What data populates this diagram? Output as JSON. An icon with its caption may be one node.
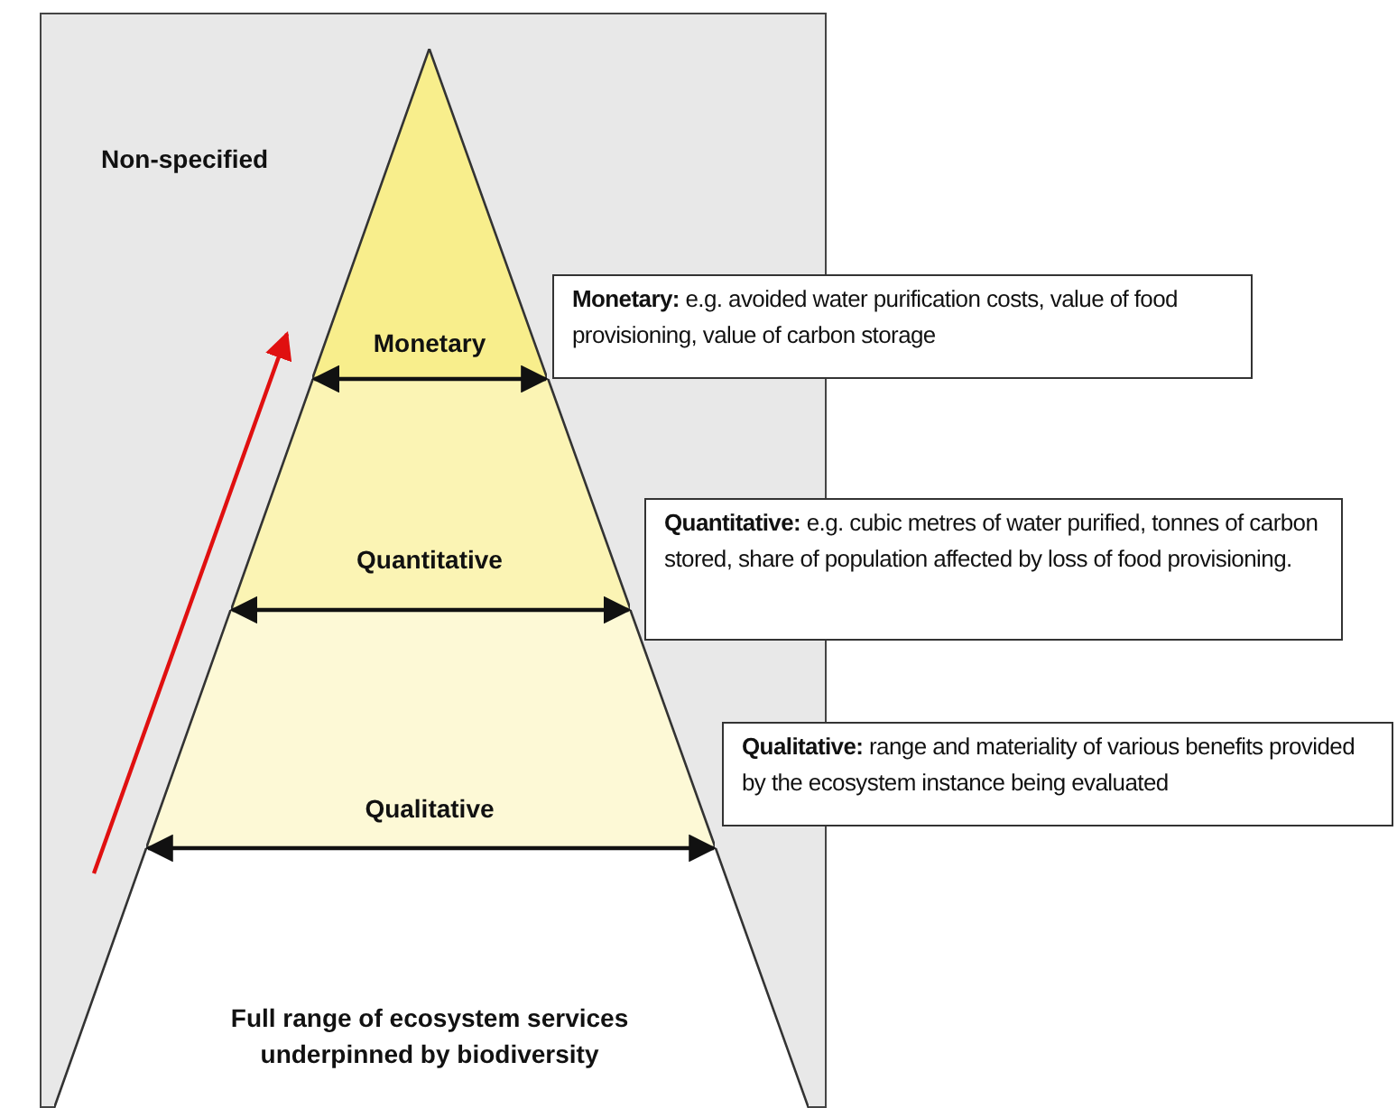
{
  "diagram": {
    "nodes": [
      {
        "text": [
          "Non-specified"
        ]
      },
      {
        "text": [
          "Monetary"
        ],
        "in": 0
      },
      {
        "text": [
          "Quantitative"
        ],
        "in": 0
      },
      {
        "text": [
          "Qualitative"
        ],
        "in": 0
      },
      {
        "text": [
          "Full range of ecosystem services underpinned by biodiversity"
        ],
        "in": 0
      },
      {
        "text": [
          "**Monetary:** e.g. avoided water purification costs, value of food provisioning, value of carbon storage"
        ]
      },
      {
        "text": [
          "**Quantitative:** e.g. cubic metres of water purified, tonnes of carbon stored, share of population affected by loss of food provisioning."
        ]
      },
      {
        "text": [
          "**Qualitative:** range and materiality of various benefits provided by the ecosystem instance being evaluated"
        ]
      }
    ]
  }
}
